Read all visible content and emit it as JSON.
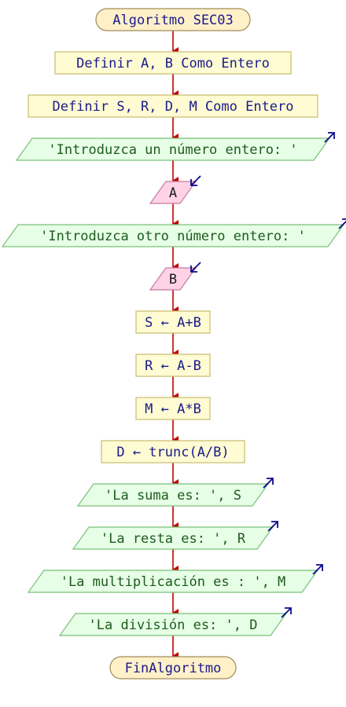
{
  "colors": {
    "flow_line": "#c00000",
    "terminal_fill": "#fff0c8",
    "terminal_stroke": "#a08c5a",
    "terminal_text": "#1a1a8c",
    "process_fill": "#fffbd2",
    "process_stroke": "#c8bc6e",
    "process_text": "#1a1a8c",
    "output_fill": "#e6ffe6",
    "output_stroke": "#7abf7a",
    "output_text": "#1e5a1e",
    "input_fill": "#ffd2e6",
    "input_stroke": "#c87aa0",
    "input_text": "#1a1a1a",
    "io_arrow": "#0a0a8c"
  },
  "nodes": [
    {
      "id": "start",
      "type": "terminal",
      "text": "Algoritmo SEC03"
    },
    {
      "id": "def1",
      "type": "process",
      "text": "Definir A, B Como Entero"
    },
    {
      "id": "def2",
      "type": "process",
      "text": "Definir S, R, D, M Como Entero"
    },
    {
      "id": "out1",
      "type": "output",
      "text": "'Introduzca un número entero: '"
    },
    {
      "id": "inA",
      "type": "input",
      "text": "A"
    },
    {
      "id": "out2",
      "type": "output",
      "text": "'Introduzca otro número entero: '"
    },
    {
      "id": "inB",
      "type": "input",
      "text": "B"
    },
    {
      "id": "sum",
      "type": "process",
      "text": "S ← A+B"
    },
    {
      "id": "res",
      "type": "process",
      "text": "R ← A-B"
    },
    {
      "id": "mul",
      "type": "process",
      "text": "M ← A*B"
    },
    {
      "id": "div",
      "type": "process",
      "text": "D ← trunc(A/B)"
    },
    {
      "id": "out3",
      "type": "output",
      "text": "'La suma es: ', S"
    },
    {
      "id": "out4",
      "type": "output",
      "text": "'La resta es: ', R"
    },
    {
      "id": "out5",
      "type": "output",
      "text": "'La multiplicación es : ', M"
    },
    {
      "id": "out6",
      "type": "output",
      "text": "'La división es: ', D"
    },
    {
      "id": "end",
      "type": "terminal",
      "text": "FinAlgoritmo"
    }
  ]
}
